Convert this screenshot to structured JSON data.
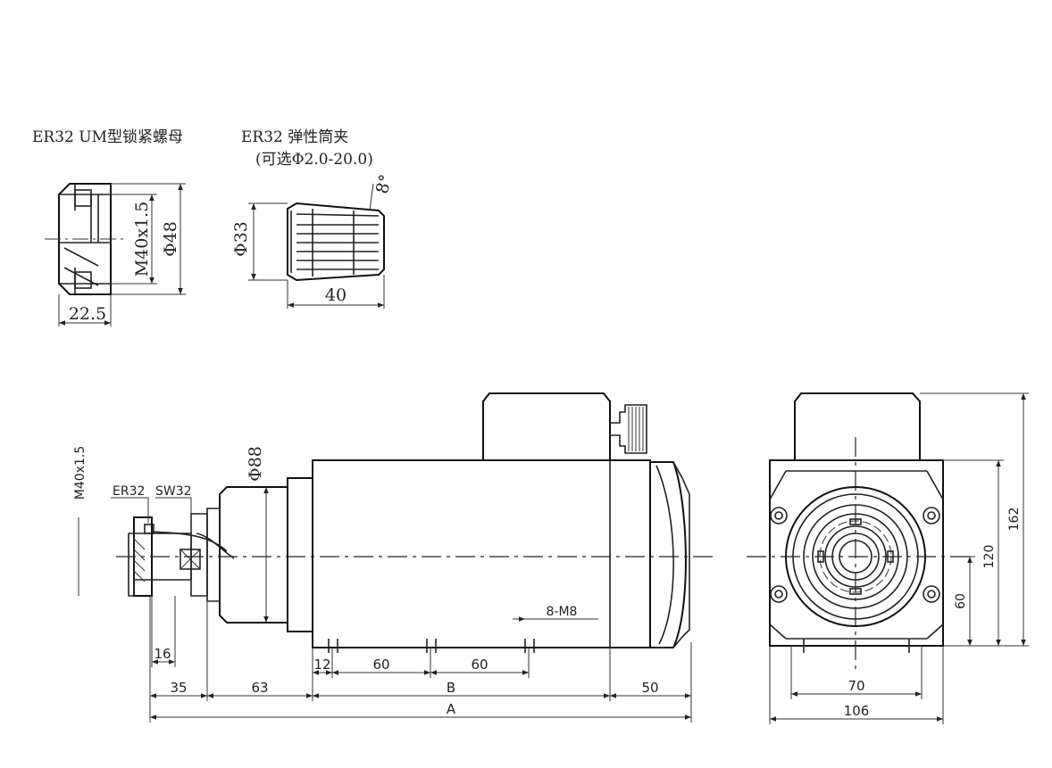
{
  "nut": {
    "title": "ER32 UM型锁紧螺母",
    "dim_thread": "M40x1.5",
    "dim_diameter": "Φ48",
    "dim_width": "22.5"
  },
  "collet": {
    "title": "ER32  弹性筒夹",
    "subtitle": "(可选Φ2.0-20.0)",
    "dim_angle": "8°",
    "dim_diameter": "Φ33",
    "dim_length": "40"
  },
  "spindle_side": {
    "label_thread": "M40x1.5",
    "label_er32": "ER32",
    "label_sw32": "SW32",
    "label_d88": "Φ88",
    "label_holes": "8-M8",
    "dim_16": "16",
    "dim_12": "12",
    "dim_60a": "60",
    "dim_60b": "60",
    "dim_35": "35",
    "dim_63": "63",
    "dim_B": "B",
    "dim_50": "50",
    "dim_A": "A"
  },
  "spindle_front": {
    "dim_162": "162",
    "dim_120": "120",
    "dim_60": "60",
    "dim_70": "70",
    "dim_106": "106"
  }
}
